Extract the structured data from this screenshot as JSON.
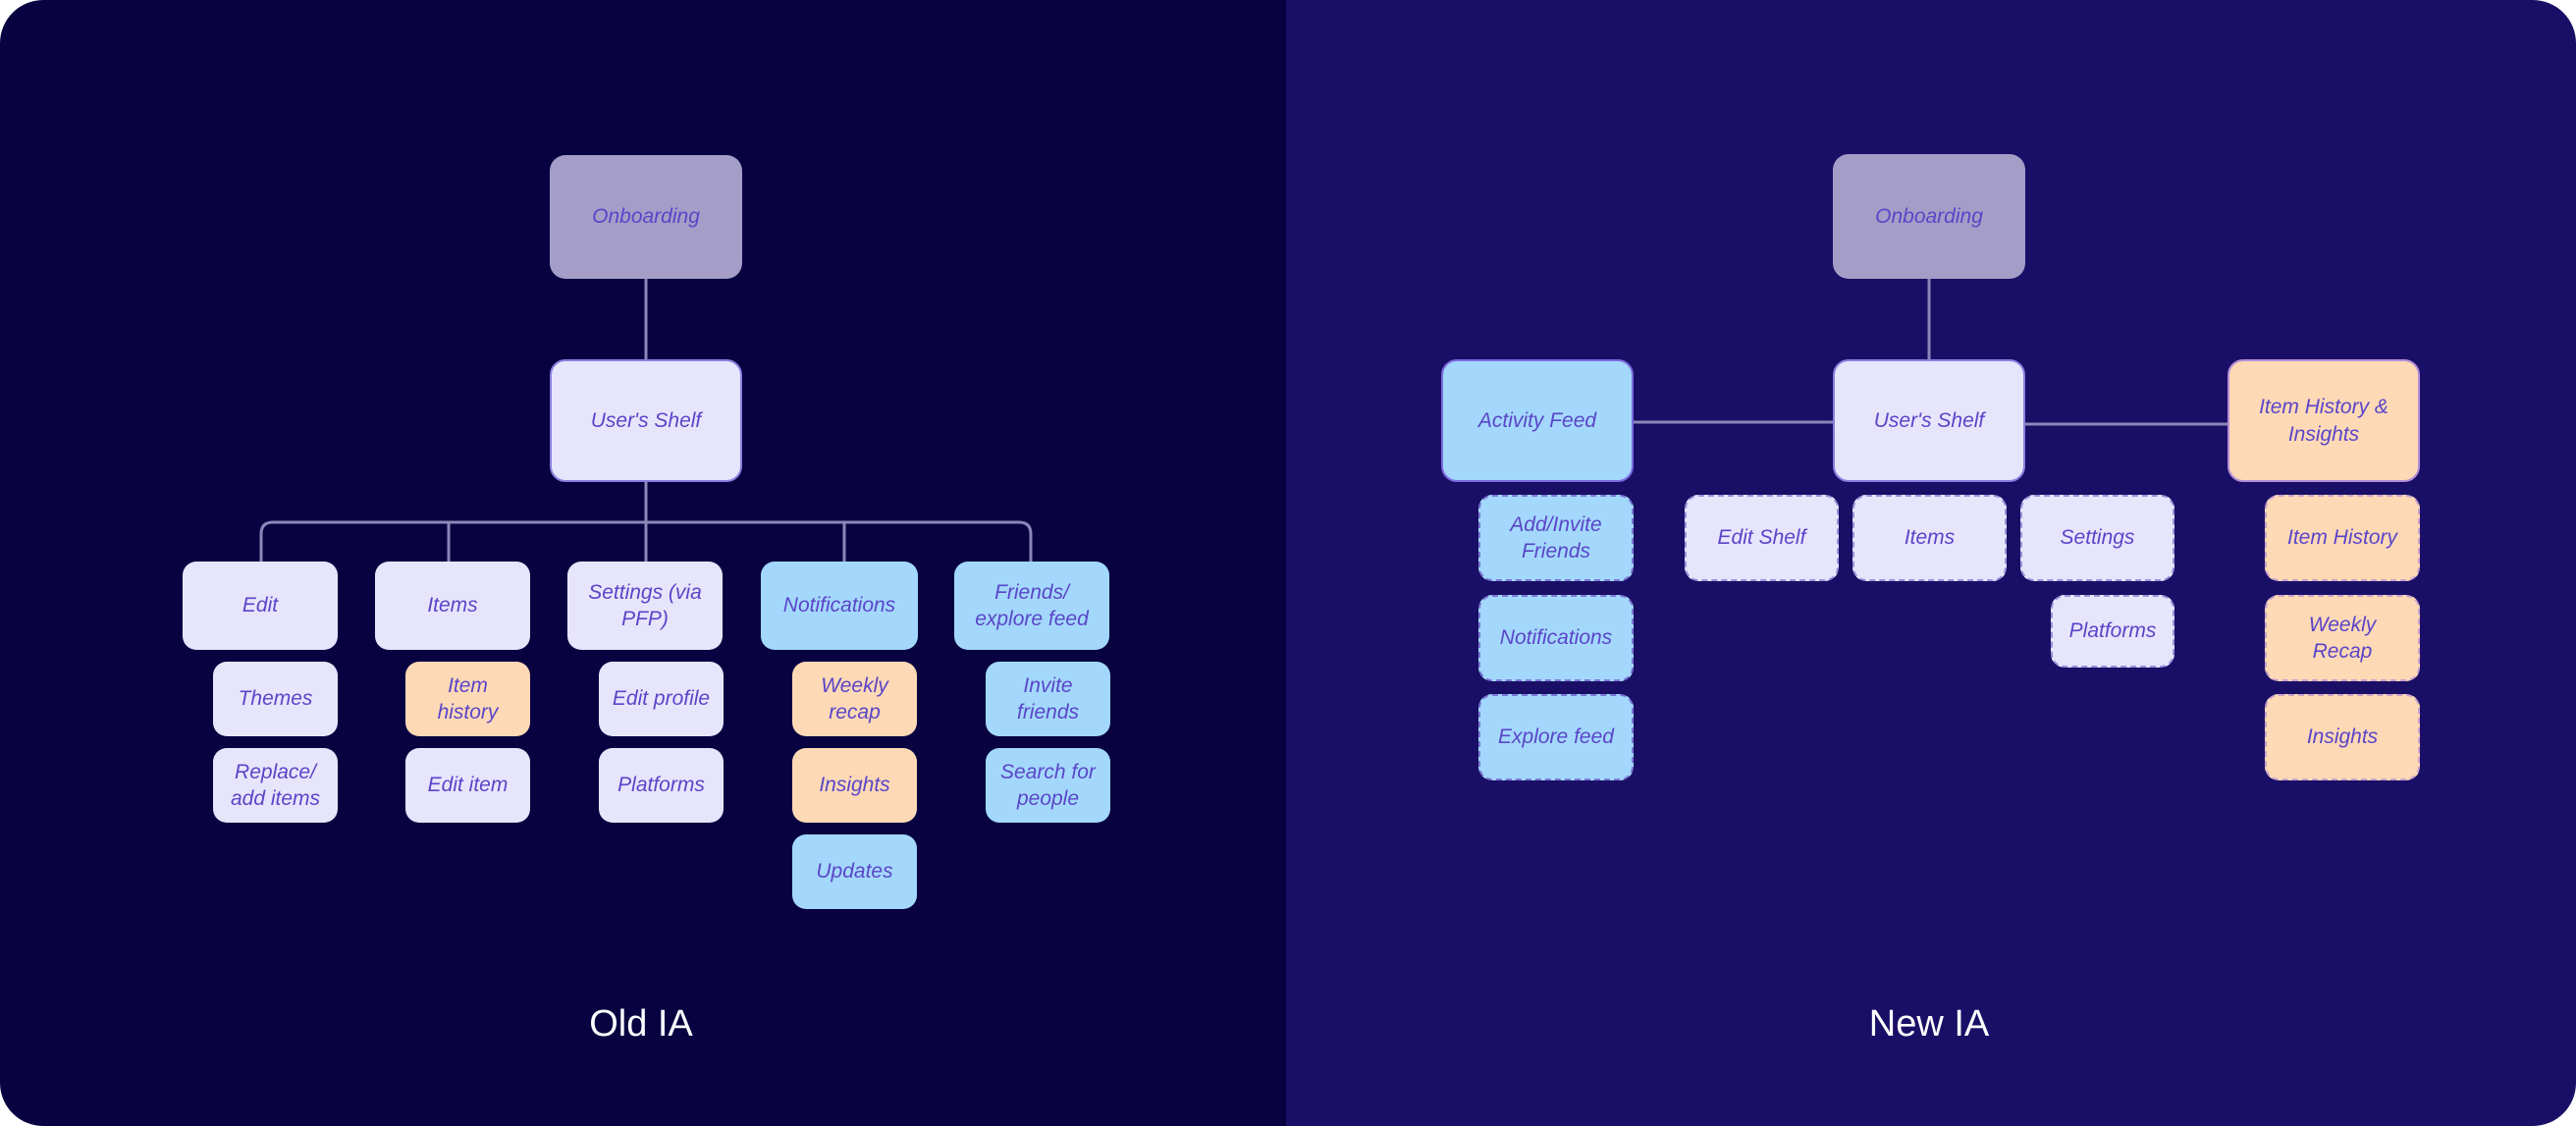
{
  "old_ia": {
    "caption": "Old IA",
    "onboarding": "Onboarding",
    "users_shelf": "User's Shelf",
    "columns": [
      {
        "label": "Edit",
        "color": "lavender",
        "children": [
          "Themes",
          "Replace/ add items"
        ]
      },
      {
        "label": "Items",
        "color": "lavender",
        "children": [
          "Item history",
          "Edit item"
        ]
      },
      {
        "label": "Settings (via PFP)",
        "color": "lavender",
        "children": [
          "Edit profile",
          "Platforms"
        ]
      },
      {
        "label": "Notifications",
        "color": "blue",
        "children": [
          "Weekly recap",
          "Insights",
          "Updates"
        ]
      },
      {
        "label": "Friends/ explore feed",
        "color": "blue",
        "children": [
          "Invite friends",
          "Search for people"
        ]
      }
    ]
  },
  "new_ia": {
    "caption": "New IA",
    "onboarding": "Onboarding",
    "users_shelf": "User's Shelf",
    "activity_feed": {
      "label": "Activity Feed",
      "children": [
        "Add/Invite Friends",
        "Notifications",
        "Explore feed"
      ]
    },
    "shelf_children": [
      "Edit Shelf",
      "Items",
      "Settings"
    ],
    "settings_children": [
      "Platforms"
    ],
    "item_history_insights": {
      "label": "Item History & Insights",
      "children": [
        "Item History",
        "Weekly Recap",
        "Insights"
      ]
    }
  },
  "colors": {
    "old_background": "#080241",
    "new_background": "#1a0f66",
    "onboarding": "#a39dc8",
    "lavender": "#e7e5fb",
    "blue": "#a3d8fc",
    "peach": "#fdd9b6",
    "node_text": "#5a45c8",
    "connector": "#8b87b8"
  }
}
